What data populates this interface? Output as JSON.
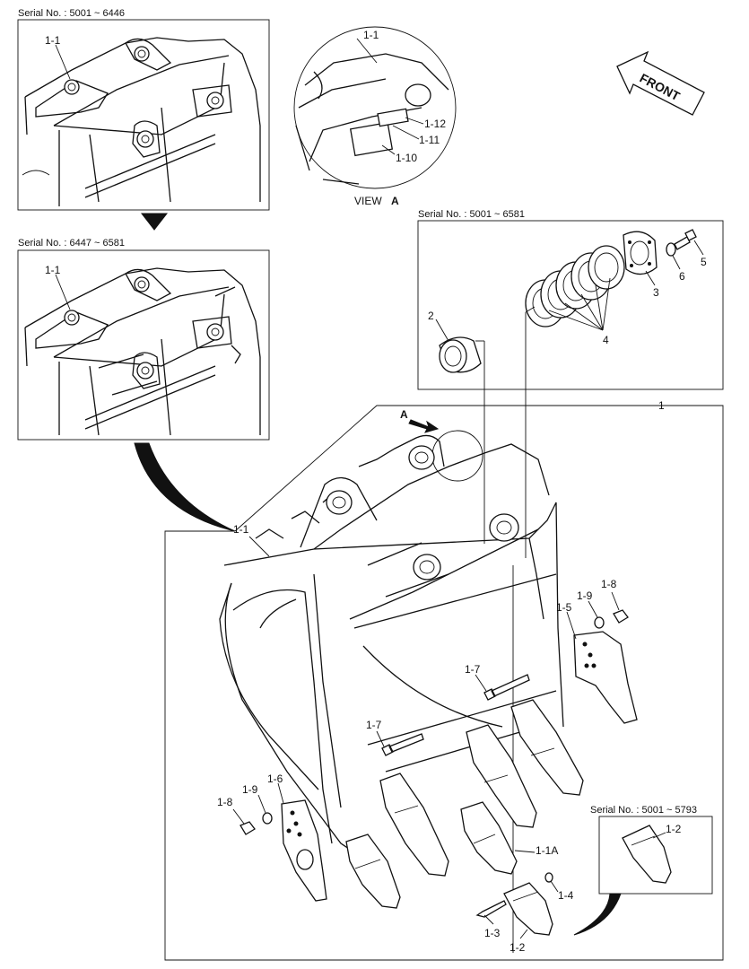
{
  "captions": {
    "serial_top_left": "Serial No. : 5001 ~ 6446",
    "serial_mid_left": "Serial No. : 6447 ~ 6581",
    "serial_pins": "Serial No. : 5001 ~ 6581",
    "serial_tooth": "Serial No. : 5001 ~ 5793",
    "view_a": "VIEW",
    "view_a_letter": "A",
    "arrow_a": "A",
    "front": "FRONT"
  },
  "callouts": {
    "p1_1_top": "1-1",
    "p1_1_mid": "1-1",
    "p1_1_view": "1-1",
    "p1_12": "1-12",
    "p1_11": "1-11",
    "p1_10": "1-10",
    "p5": "5",
    "p6": "6",
    "p3": "3",
    "p2": "2",
    "p4": "4",
    "p1": "1",
    "p1_1_main": "1-1",
    "p1_8_right": "1-8",
    "p1_9_right": "1-9",
    "p1_5": "1-5",
    "p1_7_upper": "1-7",
    "p1_7_lower": "1-7",
    "p1_6": "1-6",
    "p1_9_left": "1-9",
    "p1_8_left": "1-8",
    "p1_1a": "1-1A",
    "p1_4": "1-4",
    "p1_3": "1-3",
    "p1_2_main": "1-2",
    "p1_2_inset": "1-2"
  }
}
